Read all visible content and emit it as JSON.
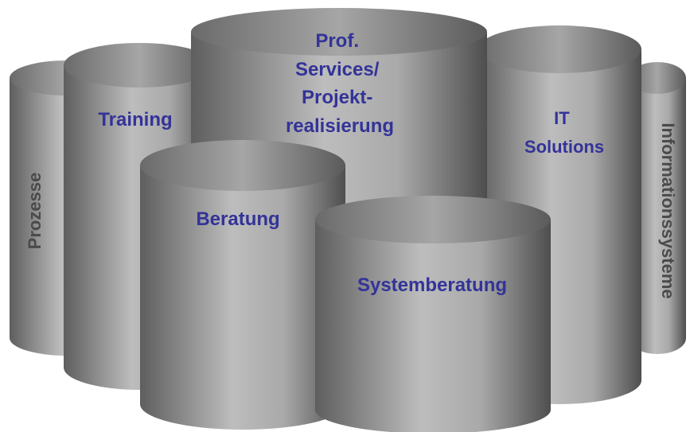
{
  "cylinders": {
    "prozesse": {
      "label": "Prozesse",
      "color": "#4a4a4a"
    },
    "training": {
      "label": "Training",
      "color": "#333399"
    },
    "prof_services": {
      "lines": [
        "Prof.",
        "Services/",
        "Projekt-",
        "realisierung"
      ],
      "color": "#333399"
    },
    "it_solutions": {
      "lines": [
        "IT",
        "Solutions"
      ],
      "color": "#333399"
    },
    "informationssysteme": {
      "label": "Informationssysteme",
      "color": "#4a4a4a"
    },
    "beratung": {
      "label": "Beratung",
      "color": "#333399"
    },
    "systemberatung": {
      "label": "Systemberatung",
      "color": "#333399"
    }
  }
}
